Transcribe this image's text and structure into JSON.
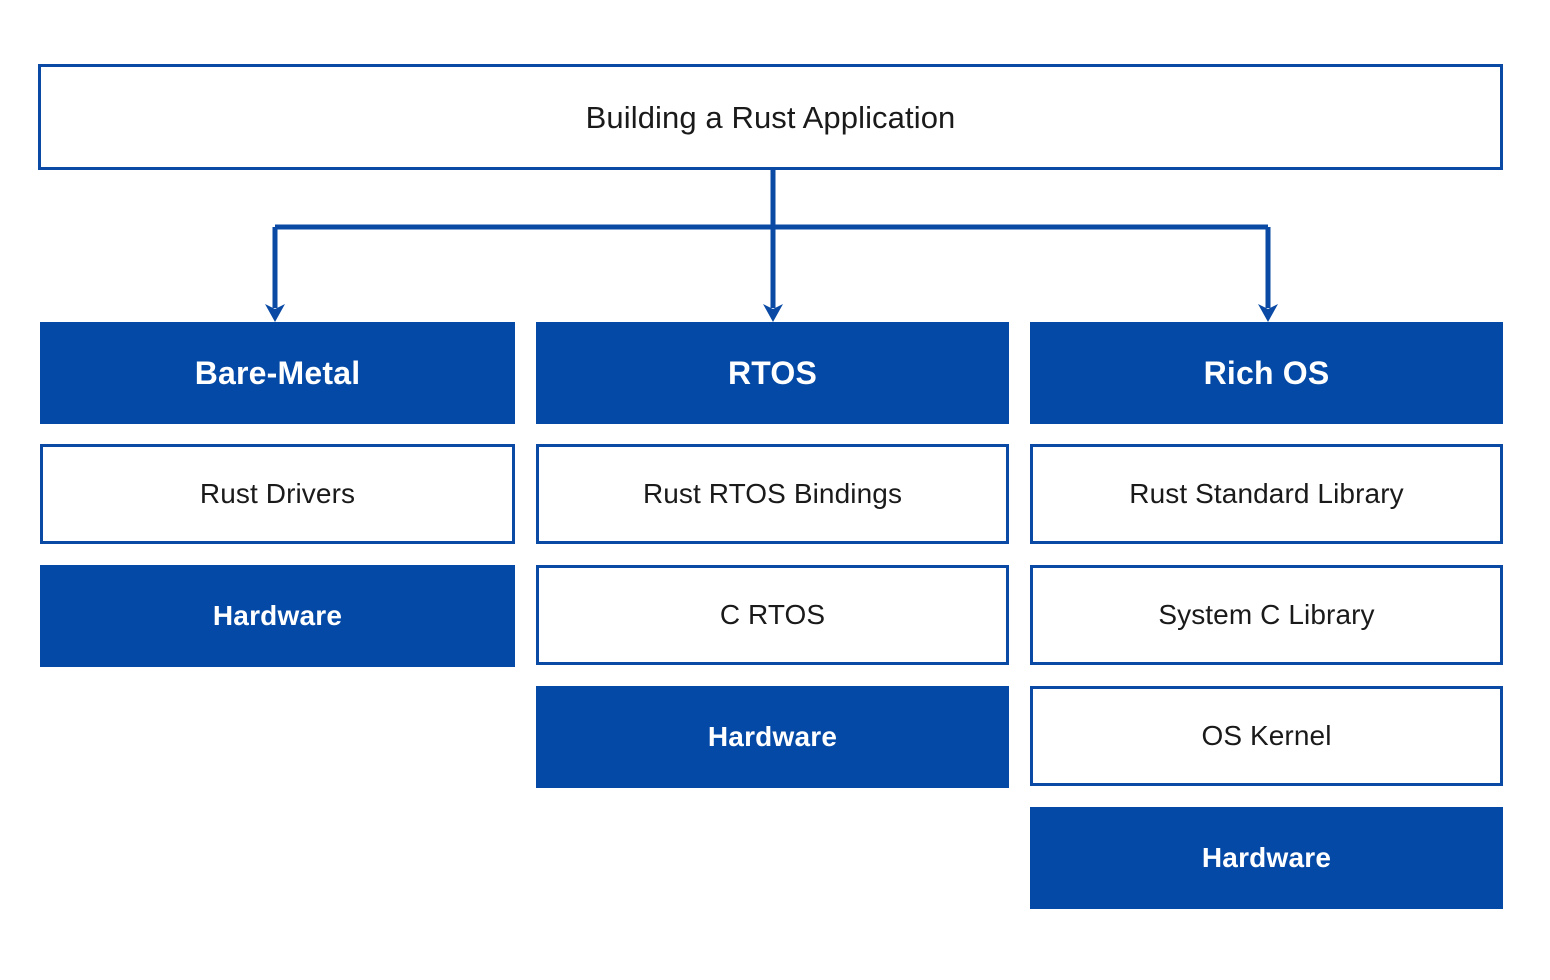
{
  "diagram": {
    "title": "Building a Rust Application",
    "colors": {
      "accent": "#0449a6",
      "border": "#0a4aa5",
      "text": "#1a1a1a",
      "on_accent": "#ffffff",
      "background": "#ffffff"
    },
    "root": {
      "label": "Building a Rust Application"
    },
    "columns": [
      {
        "header": "Bare-Metal",
        "layers": [
          {
            "label": "Rust Drivers",
            "style": "outlined"
          }
        ],
        "hardware": "Hardware"
      },
      {
        "header": "RTOS",
        "layers": [
          {
            "label": "Rust RTOS Bindings",
            "style": "outlined"
          },
          {
            "label": "C RTOS",
            "style": "outlined"
          }
        ],
        "hardware": "Hardware"
      },
      {
        "header": "Rich OS",
        "layers": [
          {
            "label": "Rust Standard Library",
            "style": "outlined"
          },
          {
            "label": "System C Library",
            "style": "outlined"
          },
          {
            "label": "OS Kernel",
            "style": "outlined"
          }
        ],
        "hardware": "Hardware"
      }
    ],
    "connectors": [
      {
        "from": "root",
        "to": "Bare-Metal",
        "kind": "elbow-arrow-left"
      },
      {
        "from": "root",
        "to": "RTOS",
        "kind": "straight-arrow-down"
      },
      {
        "from": "root",
        "to": "Rich OS",
        "kind": "elbow-arrow-right"
      }
    ]
  }
}
